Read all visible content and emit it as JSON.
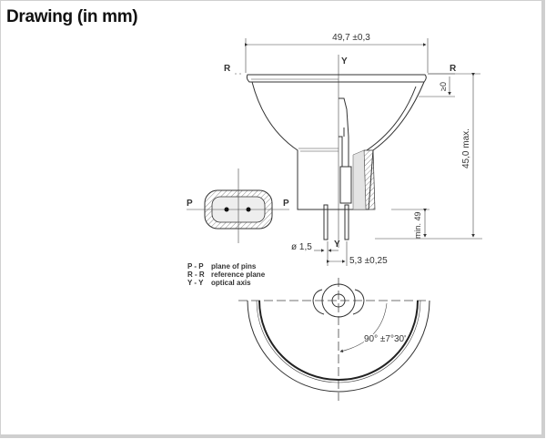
{
  "title": "Drawing (in mm)",
  "drawing": {
    "dim_width": "49,7 ±0,3",
    "axis_y_top": "Y",
    "axis_y_bottom": "Y",
    "ref_left": "R",
    "ref_right": "R",
    "dim_rim": "≥0",
    "dim_height": "45,0 max.",
    "dim_pin_length": "min. 49",
    "dim_pin_diameter": "ø 1,5",
    "dim_pin_spacing": "5,3 ±0,25",
    "pin_plane_left": "P",
    "pin_plane_right": "P",
    "angle": "90° ±7°30'"
  },
  "legend": [
    {
      "key": "P - P",
      "text": "plane of pins"
    },
    {
      "key": "R - R",
      "text": "reference plane"
    },
    {
      "key": "Y - Y",
      "text": "optical axis"
    }
  ]
}
